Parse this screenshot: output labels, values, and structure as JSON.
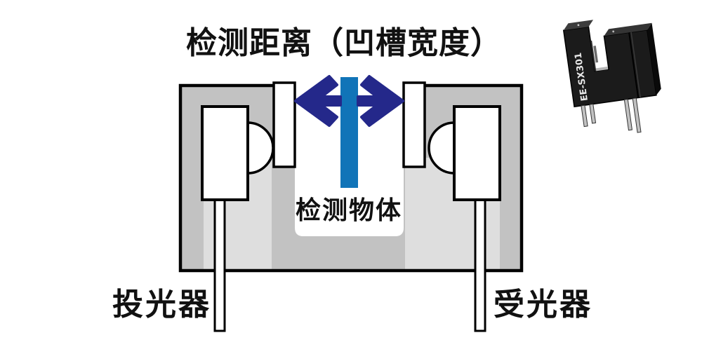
{
  "diagram": {
    "title": "检测距离（凹槽宽度）",
    "object_label": "检测物体",
    "emitter_label": "投光器",
    "receiver_label": "受光器"
  },
  "product_photo": {
    "model": "EE-SX301"
  },
  "colors": {
    "arrow": "#24288A",
    "object_bar": "#1174B8",
    "housing": "#C2C2C2",
    "housing_light": "#DEDEDE",
    "outline": "#000000",
    "body_fill": "#FFFFFF"
  }
}
